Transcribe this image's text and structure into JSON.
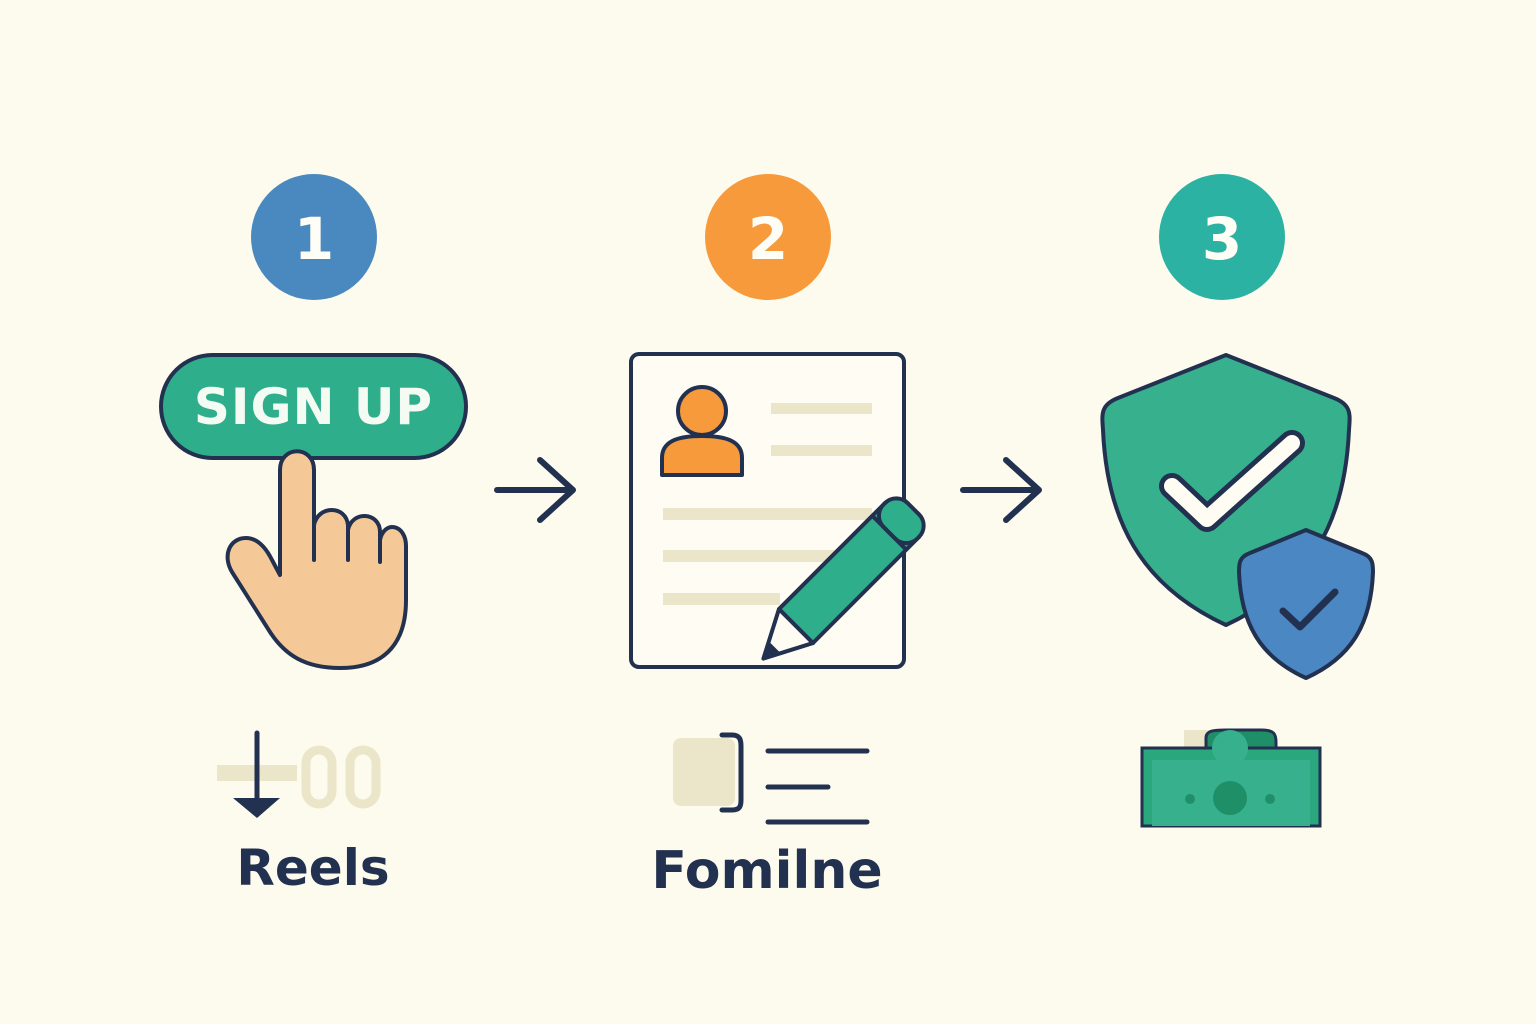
{
  "steps": [
    {
      "number": "1",
      "caption": "Reels",
      "color": "#4a89c0"
    },
    {
      "number": "2",
      "caption": "Fomilne",
      "color": "#f79a3c"
    },
    {
      "number": "3",
      "caption": "",
      "color": "#2bb2a2"
    }
  ],
  "signup_button": {
    "label": "SIGN UP",
    "color": "#2eae8b"
  },
  "colors": {
    "background": "#fdfbee",
    "outline": "#233150",
    "skin": "#f5c898",
    "form_line": "#ebe5c9",
    "shield_green": "#37b08e",
    "shield_blue": "#4a87c3",
    "money_green": "#2aa77d"
  },
  "icons": [
    "hand-pointer-icon",
    "profile-form-icon",
    "pencil-icon",
    "shield-check-icon",
    "small-shield-check-icon",
    "download-arrow-icon",
    "document-lines-icon",
    "money-icon",
    "arrow-right-icon"
  ]
}
